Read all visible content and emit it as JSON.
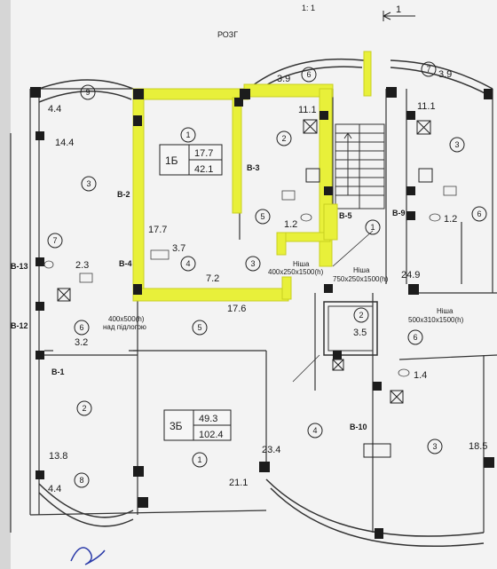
{
  "header": {
    "fragment": "1: 1",
    "partial_text": "РОЗГ",
    "arrow_label": "1"
  },
  "apartments": [
    {
      "code": "1Б",
      "living_area": "17.7",
      "total_area": "42.1"
    },
    {
      "code": "3Б",
      "living_area": "49.3",
      "total_area": "102.4"
    }
  ],
  "room_areas": [
    "3.9",
    "3.9",
    "4.4",
    "14.4",
    "11.1",
    "11.1",
    "17.7",
    "3.7",
    "7.2",
    "17.6",
    "1.2",
    "1.2",
    "2.3",
    "3.2",
    "3.5",
    "24.9",
    "1.4",
    "13.8",
    "4.4",
    "21.1",
    "23.4",
    "18.5"
  ],
  "room_numbers": [
    "9",
    "1",
    "2",
    "3",
    "4",
    "5",
    "6",
    "7",
    "8"
  ],
  "section_labels": [
    "В-13",
    "В-12",
    "В-1",
    "В-2",
    "В-3",
    "В-4",
    "В-5",
    "В-9",
    "В-10"
  ],
  "niches": [
    {
      "title": "Ніша",
      "size": "400x250x1500(h)"
    },
    {
      "title": "Ніша",
      "size": "750x250x1500(h)"
    },
    {
      "title": "Ніша",
      "size": "500x310x1500(h)"
    }
  ],
  "opening": {
    "size": "400x500(h)",
    "note": "над підлогою"
  },
  "colors": {
    "highlight": "#e8f03a",
    "wall": "#1c1c1c",
    "paper": "#f4f4f4",
    "line": "#333333"
  }
}
